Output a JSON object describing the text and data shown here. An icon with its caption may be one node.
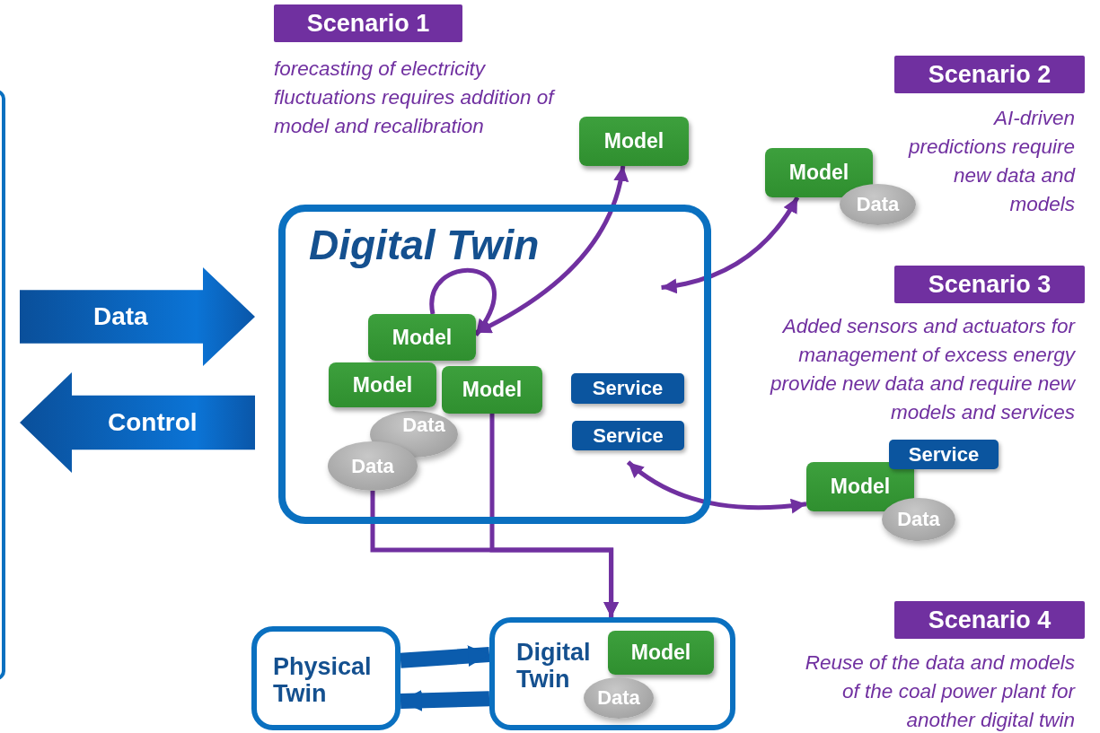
{
  "diagram": {
    "nodes": [
      {
        "text": [
          "Digital Twin"
        ]
      },
      {
        "text": [
          "Model"
        ],
        "in": 0
      },
      {
        "text": [
          "Model"
        ],
        "in": 0
      },
      {
        "text": [
          "Model"
        ],
        "in": 0
      },
      {
        "text": [
          "Data"
        ],
        "in": 0
      },
      {
        "text": [
          "Data"
        ],
        "in": 0
      },
      {
        "text": [
          "Service"
        ],
        "in": 0
      },
      {
        "text": [
          "Service"
        ],
        "in": 0
      },
      {
        "text": [
          "Data"
        ]
      },
      {
        "text": [
          "Control"
        ]
      },
      {
        "text": [
          "Model"
        ]
      },
      {
        "text": [
          "Model"
        ]
      },
      {
        "text": [
          "Data"
        ]
      },
      {
        "text": [
          "Service"
        ]
      },
      {
        "text": [
          "Model"
        ]
      },
      {
        "text": [
          "Data"
        ]
      },
      {
        "text": [
          "Physical Twin"
        ]
      },
      {
        "text": [
          "Digital Twin"
        ]
      },
      {
        "text": [
          "Model"
        ],
        "in": 17
      },
      {
        "text": [
          "Data"
        ],
        "in": 17
      }
    ],
    "edges": [
      {
        "from": 1,
        "to": 1,
        "arrow": "to"
      },
      {
        "from": 10,
        "to": 1,
        "arrow": "both"
      },
      {
        "from": 11,
        "to": 0,
        "arrow": "both"
      },
      {
        "from": 7,
        "to": 14,
        "arrow": "both"
      },
      {
        "from": 5,
        "to": 17,
        "arrow": "to"
      },
      {
        "from": 3,
        "to": 17,
        "arrow": "to"
      },
      {
        "from": 16,
        "to": 17,
        "arrow": "to",
        "style": "thick",
        "color": "#0b5cad"
      },
      {
        "from": 17,
        "to": 16,
        "arrow": "to",
        "style": "thick",
        "color": "#0b5cad"
      }
    ],
    "labels": [
      "Scenario 1",
      "forecasting of electricity fluctuations requires addition of model and recalibration",
      "Scenario 2",
      "AI-driven predictions require new data and models",
      "Scenario 3",
      "Added sensors and actuators for management of excess energy provide new data and require new models and services",
      "Scenario 4",
      "Reuse of the data and models of the coal power plant for another digital twin"
    ]
  }
}
